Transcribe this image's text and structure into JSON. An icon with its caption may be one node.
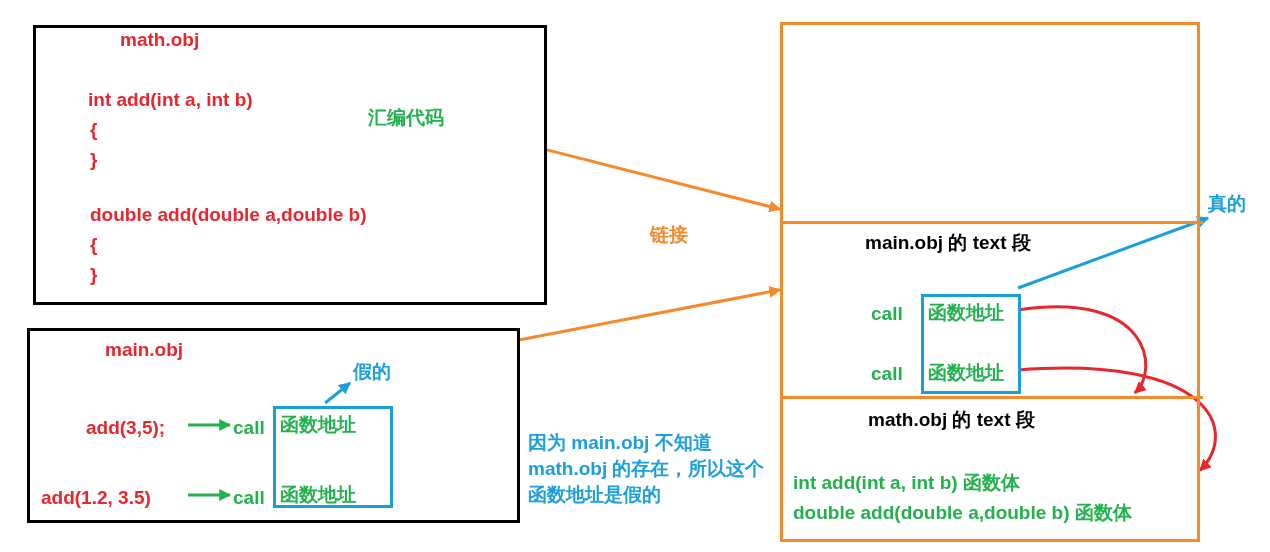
{
  "diagram": {
    "nodes": [
      {
        "text": [
          "math.obj",
          "int add(int a, int b)",
          "{",
          "}",
          "double add(double a,double b)",
          "{",
          "}",
          "汇编代码"
        ]
      },
      {
        "text": [
          "main.obj"
        ]
      },
      {
        "text": [
          "add(3,5);"
        ],
        "in": 1
      },
      {
        "text": [
          "call"
        ],
        "in": 1
      },
      {
        "text": [
          "add(1.2, 3.5)"
        ],
        "in": 1
      },
      {
        "text": [
          "call"
        ],
        "in": 1
      },
      {
        "text": [
          "函数地址",
          "函数地址"
        ],
        "in": 1
      },
      {
        "text": [
          "假的"
        ],
        "in": 1
      },
      {
        "text": [],
        "shape": "box"
      },
      {
        "text": [
          "main.obj 的 text 段"
        ],
        "in": 8
      },
      {
        "text": [
          "call"
        ],
        "in": 9
      },
      {
        "text": [
          "call"
        ],
        "in": 9
      },
      {
        "text": [
          "函数地址",
          "函数地址"
        ],
        "in": 9
      },
      {
        "text": [
          "真的"
        ]
      },
      {
        "text": [
          "math.obj 的 text 段",
          "int add(int a, int b) 函数体",
          "double add(double a,double b) 函数体"
        ],
        "in": 8
      }
    ],
    "edges": [
      {
        "from": 2,
        "to": 3,
        "arrow": "to",
        "color": "#22b14c"
      },
      {
        "from": 4,
        "to": 5,
        "arrow": "to",
        "color": "#22b14c"
      },
      {
        "from": 6,
        "to": 7,
        "arrow": "to",
        "color": "#1a9fdb"
      },
      {
        "from": 0,
        "to": 8,
        "arrow": "to",
        "color": "#f58a2c"
      },
      {
        "from": 1,
        "to": 8,
        "arrow": "to",
        "color": "#f58a2c"
      },
      {
        "from": 12,
        "to": 13,
        "arrow": "to",
        "color": "#1a9fdb"
      },
      {
        "from": 12,
        "to": 14,
        "arrow": "to",
        "color": "#e8262d"
      },
      {
        "from": 12,
        "to": 14,
        "arrow": "to",
        "color": "#e8262d"
      }
    ],
    "labels": [
      "链接",
      "因为 main.obj 不知道 math.obj 的存在，所以这个函数地址是假的"
    ]
  }
}
